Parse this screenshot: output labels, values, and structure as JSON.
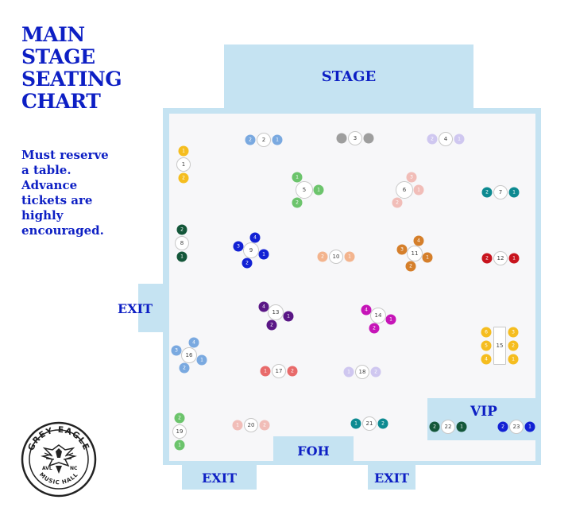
{
  "title_lines": [
    "MAIN",
    "STAGE",
    "SEATING",
    "CHART"
  ],
  "note_lines": [
    "Must reserve",
    "a table.",
    "Advance",
    "tickets are",
    "highly",
    "encouraged."
  ],
  "zones": {
    "stage": "STAGE",
    "exit_left": "EXIT",
    "foh": "FOH",
    "exit_bottom_left": "EXIT",
    "exit_bottom_right": "EXIT",
    "vip": "VIP"
  },
  "logo": {
    "top_text": "GREY EAGLE",
    "left_text": "AVL",
    "right_text": "NC",
    "bottom_text": "MUSIC HALL"
  },
  "colors": {
    "accent_blue": "#0d1fc4",
    "zone_fill": "#c5e3f2",
    "floor_fill": "#f7f7f9"
  },
  "tables": [
    {
      "id": "1",
      "color": "#f5bd1f"
    },
    {
      "id": "2",
      "color": "#7aa9e0"
    },
    {
      "id": "3",
      "color": "#9e9e9e"
    },
    {
      "id": "4",
      "color": "#cfc7f0"
    },
    {
      "id": "5",
      "color": "#6cc46c"
    },
    {
      "id": "6",
      "color": "#f1bdb8"
    },
    {
      "id": "7",
      "color": "#0d8a91"
    },
    {
      "id": "8",
      "color": "#14573a"
    },
    {
      "id": "9",
      "color": "#1221d4"
    },
    {
      "id": "10",
      "color": "#f3b48e"
    },
    {
      "id": "11",
      "color": "#d57f2b"
    },
    {
      "id": "12",
      "color": "#c8141e"
    },
    {
      "id": "13",
      "color": "#5a1786"
    },
    {
      "id": "14",
      "color": "#c615b8"
    },
    {
      "id": "15",
      "color": "#f5bd1f"
    },
    {
      "id": "16",
      "color": "#7aa9e0"
    },
    {
      "id": "17",
      "color": "#e86a6a"
    },
    {
      "id": "18",
      "color": "#cfc7f0"
    },
    {
      "id": "19",
      "color": "#6cc46c"
    },
    {
      "id": "20",
      "color": "#f1bdb8"
    },
    {
      "id": "21",
      "color": "#0d8a91"
    },
    {
      "id": "22",
      "color": "#14573a"
    },
    {
      "id": "23",
      "color": "#1221d4"
    }
  ]
}
